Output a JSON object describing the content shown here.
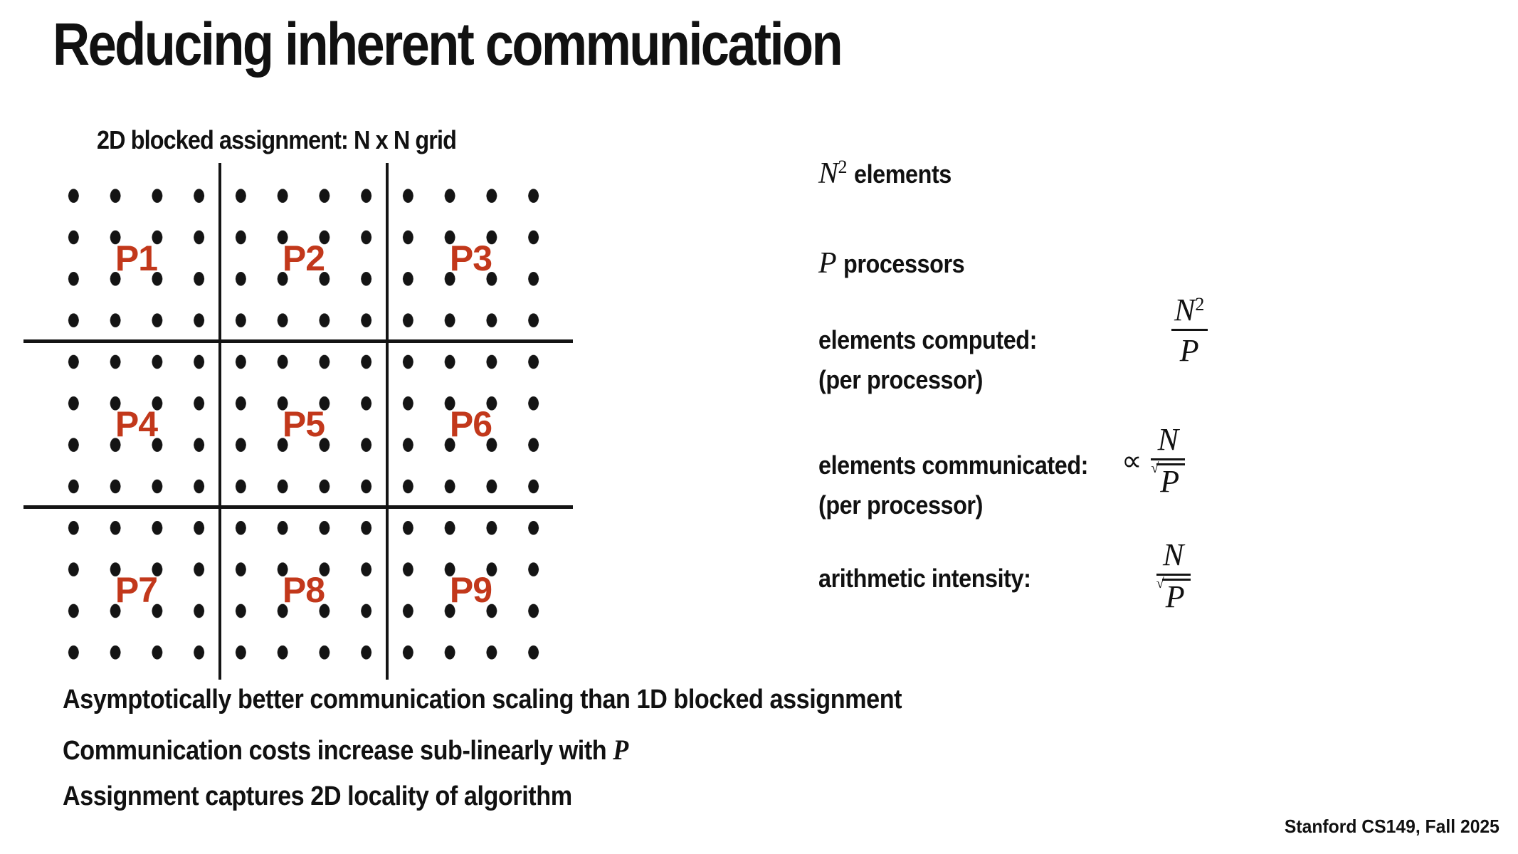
{
  "slide": {
    "title": "Reducing inherent communication",
    "footer": "Stanford CS149, Fall 2025"
  },
  "diagram": {
    "caption": "2D blocked assignment: N x N grid",
    "grid": {
      "block_rows": 3,
      "block_cols": 3,
      "dots_per_block": "4x4",
      "total_dots": "12x12",
      "dot_color": "#141414",
      "divider_color": "#141414",
      "block_label_color": "#c2381b"
    },
    "blocks": [
      {
        "label": "P1"
      },
      {
        "label": "P2"
      },
      {
        "label": "P3"
      },
      {
        "label": "P4"
      },
      {
        "label": "P5"
      },
      {
        "label": "P6"
      },
      {
        "label": "P7"
      },
      {
        "label": "P8"
      },
      {
        "label": "P9"
      }
    ]
  },
  "analysis": {
    "elements": {
      "variable": "N",
      "exponent": "2",
      "label": "elements"
    },
    "processors": {
      "variable": "P",
      "label": "processors"
    },
    "computed": {
      "label": "elements computed:",
      "sublabel": "(per processor)",
      "formula_text": "N² / P",
      "numerator": "N",
      "numerator_exponent": "2",
      "denominator": "P"
    },
    "communicated": {
      "label": "elements communicated:",
      "sublabel": "(per processor)",
      "formula_text": "∝ N / √P",
      "proportional_symbol": "∝",
      "numerator": "N",
      "denominator": "P",
      "denominator_radical": "√"
    },
    "intensity": {
      "label": "arithmetic intensity:",
      "formula_text": "N / √P",
      "numerator": "N",
      "denominator": "P",
      "denominator_radical": "√"
    }
  },
  "bullets": [
    {
      "text": "Asymptotically better communication scaling than 1D blocked assignment"
    },
    {
      "text": "Communication costs increase sub-linearly with ",
      "math_suffix": "P"
    },
    {
      "text": "Assignment captures 2D locality of algorithm"
    }
  ]
}
